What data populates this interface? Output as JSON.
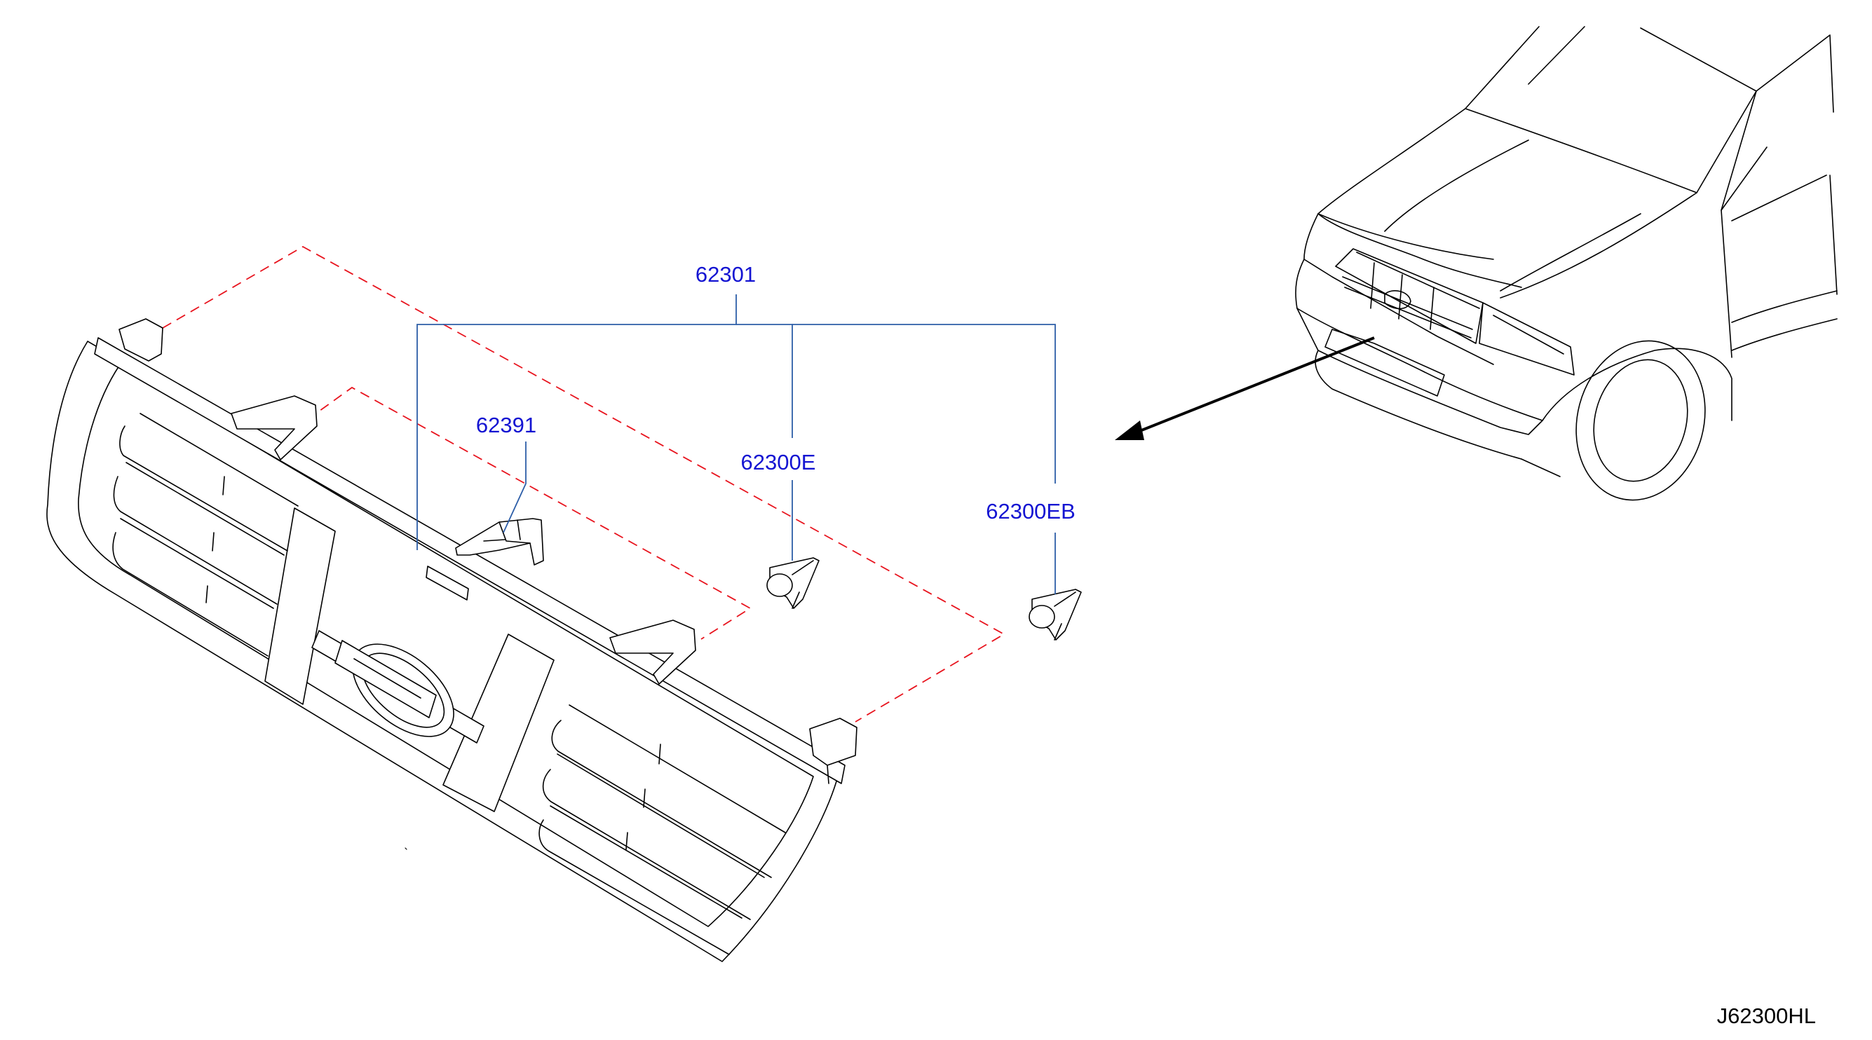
{
  "callouts": {
    "grille_assembly": "62301",
    "bracket": "62391",
    "clip_e": "62300E",
    "clip_eb": "62300EB"
  },
  "diagram_id": "J62300HL",
  "colors": {
    "callout_text": "#1414d2",
    "leader_lines": "#2d5ea8",
    "phantom_lines": "#e8141e",
    "outline": "#000000",
    "background": "#ffffff"
  }
}
